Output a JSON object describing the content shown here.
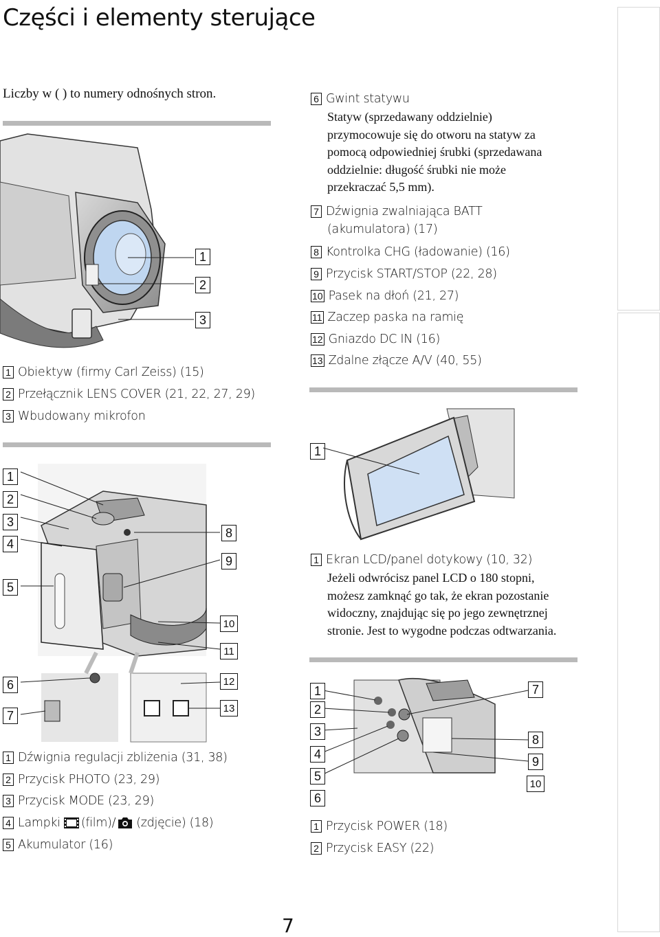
{
  "page_title": "Części i elementy sterujące",
  "subtitle": "Liczby w ( ) to numery odnośnych stron.",
  "page_number": "7",
  "section1": {
    "callouts": [
      "1",
      "2",
      "3"
    ],
    "items": [
      {
        "num": "1",
        "label": "Obiektyw (firmy Carl Zeiss) (15)"
      },
      {
        "num": "2",
        "label": "Przełącznik LENS COVER (21, 22, 27, 29)"
      },
      {
        "num": "3",
        "label": "Wbudowany mikrofon"
      }
    ]
  },
  "section2": {
    "callouts_left": [
      "1",
      "2",
      "3",
      "4",
      "5",
      "6",
      "7"
    ],
    "callouts_right": [
      "8",
      "9",
      "10",
      "11",
      "12",
      "13"
    ],
    "items": [
      {
        "num": "1",
        "label": "Dźwignia regulacji zbliżenia (31, 38)"
      },
      {
        "num": "2",
        "label": "Przycisk PHOTO (23, 29)"
      },
      {
        "num": "3",
        "label": "Przycisk MODE (23, 29)"
      },
      {
        "num": "4",
        "label_a": "Lampki",
        "label_b": "(film)/",
        "label_c": "(zdjęcie) (18)"
      },
      {
        "num": "5",
        "label": "Akumulator (16)"
      }
    ]
  },
  "right_column": {
    "item6": {
      "num": "6",
      "label": "Gwint statywu",
      "desc": [
        "Statyw (sprzedawany oddzielnie)",
        "przymocowuje się do otworu na statyw za",
        "pomocą odpowiedniej śrubki (sprzedawana",
        "oddzielnie: długość śrubki nie może",
        "przekraczać 5,5 mm)."
      ]
    },
    "items": [
      {
        "num": "7",
        "label": "Dźwignia zwalniająca BATT",
        "label2": "(akumulatora) (17)"
      },
      {
        "num": "8",
        "label": "Kontrolka CHG (ładowanie) (16)"
      },
      {
        "num": "9",
        "label": "Przycisk START/STOP (22, 28)"
      },
      {
        "num": "10",
        "label": "Pasek na dłoń (21, 27)"
      },
      {
        "num": "11",
        "label": "Zaczep paska na ramię"
      },
      {
        "num": "12",
        "label": "Gniazdo DC IN (16)"
      },
      {
        "num": "13",
        "label": "Zdalne złącze A/V (40, 55)"
      }
    ]
  },
  "section3": {
    "callout": "1",
    "item": {
      "num": "1",
      "label": "Ekran LCD/panel dotykowy (10, 32)"
    },
    "desc": [
      "Jeżeli odwrócisz panel LCD o 180 stopni,",
      "możesz zamknąć go tak, że ekran pozostanie",
      "widoczny, znajdując się po jego zewnętrznej",
      "stronie. Jest to wygodne podczas odtwarzania."
    ]
  },
  "section4": {
    "callouts_left": [
      "1",
      "2",
      "3",
      "4",
      "5",
      "6"
    ],
    "callouts_right": [
      "7",
      "8",
      "9",
      "10"
    ],
    "items": [
      {
        "num": "1",
        "label": "Przycisk POWER (18)"
      },
      {
        "num": "2",
        "label": "Przycisk EASY (22)"
      }
    ]
  }
}
